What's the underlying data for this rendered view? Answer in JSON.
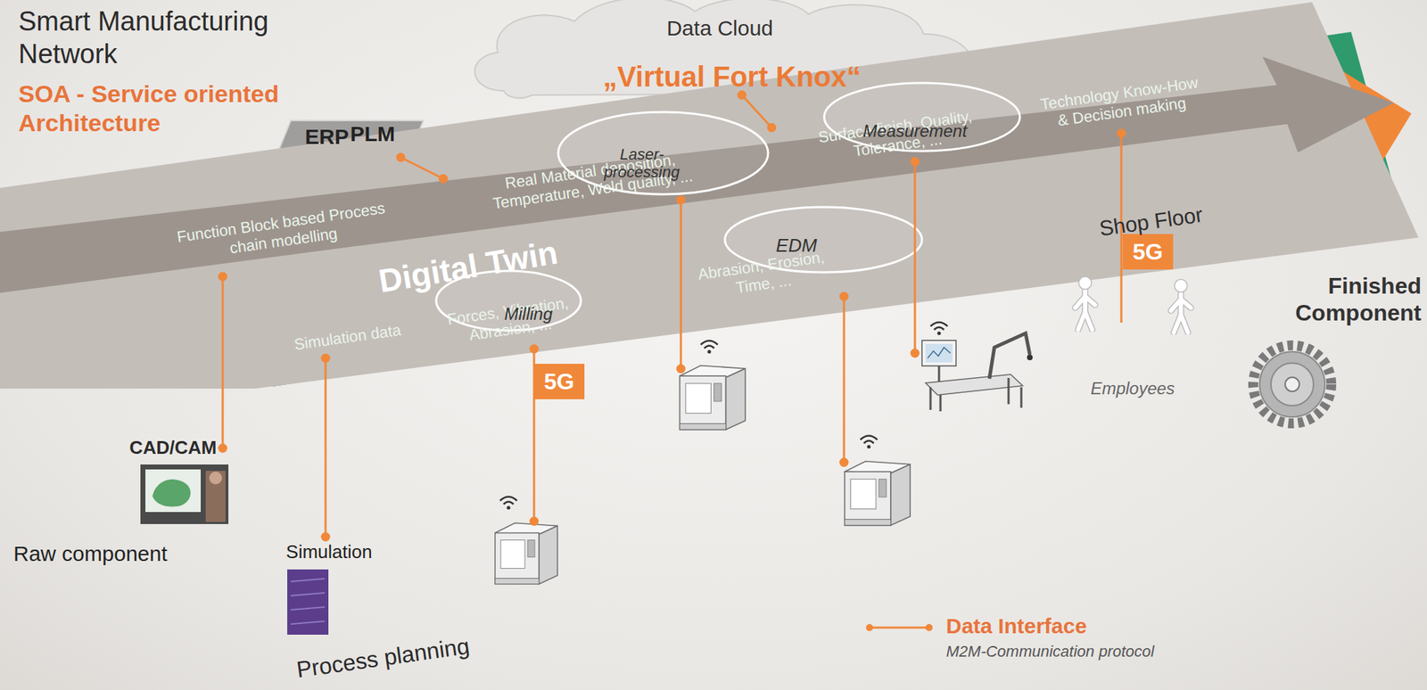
{
  "diagram": {
    "title": "Smart Manufacturing Network",
    "nodes": [
      {
        "text": [
          "Data Cloud",
          "„Virtual Fort Knox“"
        ]
      },
      {
        "text": [
          "ERP",
          "PLM"
        ]
      },
      {
        "text": [
          "Function Block based Process chain modelling",
          "Real Material deposition, Temperature, Weld quality, ...",
          "Surface finish, Quality, Tolerance, ...",
          "Technology Know-How & Decision making",
          "Simulation data",
          "Forces, Vibration, Abrasion, ...",
          "Abrasion, Erosion, Time, ..."
        ]
      },
      {
        "text": [
          "Digital Twin"
        ]
      },
      {
        "text": [
          "5G"
        ]
      },
      {
        "text": [
          "5G"
        ]
      },
      {
        "text": [
          "Shop Floor"
        ]
      },
      {
        "text": [
          "Measurement"
        ],
        "in": 6
      },
      {
        "text": [
          "Laser-processing"
        ],
        "in": 6
      },
      {
        "text": [
          "EDM"
        ],
        "in": 6
      },
      {
        "text": [
          "Milling"
        ],
        "in": 6
      }
    ],
    "labels": [
      "SOA - Service oriented Architecture",
      "CAD/CAM",
      "Employees",
      "Finished Component",
      "Raw component",
      "Simulation",
      "Process planning",
      "M2M-Communication protocol"
    ],
    "legend": [
      {
        "text": "Data Interface"
      }
    ]
  }
}
